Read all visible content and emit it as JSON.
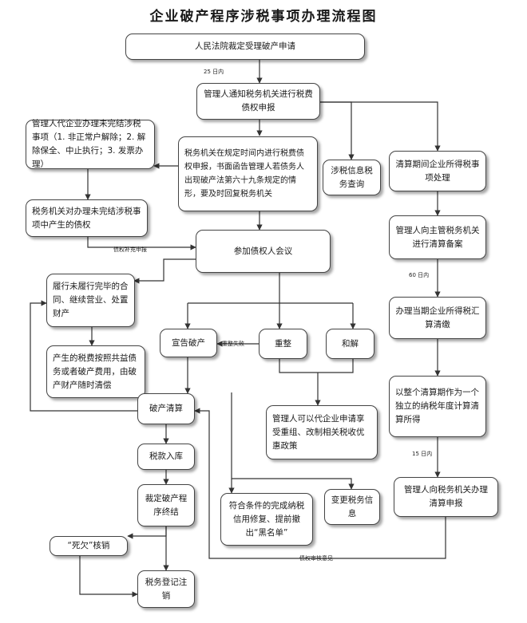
{
  "title": "企业破产程序涉税事项办理流程图",
  "nodes": {
    "court_accept": "人民法院裁定受理破产申请",
    "notify_tax": "管理人通知税务机关进行税费债权申报",
    "admin_unfinished": "管理人代企业办理未完结涉税事项（1. 非正常户解除；2. 解除保全、中止执行；3. 发票办理）",
    "tax_declare": "税务机关在规定时间内进行税费债权申报，书面函告管理人若债务人出现破产法第六十九条规定的情形，要及时回复税务机关",
    "tax_info_query": "涉税信息税务查询",
    "liquidation_tax": "清算期间企业所得税事项处理",
    "unfinished_claims": "税务机关对办理未完结涉税事项中产生的债权",
    "creditors_meeting": "参加债权人会议",
    "admin_filing": "管理人向主管税务机关进行清算备案",
    "unfinished_contracts": "履行未履行完毕的合同、继续营业、处置财产",
    "annual_settlement": "办理当期企业所得税汇算清缴",
    "declare_bankruptcy": "宣告破产",
    "reorganization": "重整",
    "settlement": "和解",
    "taxes_paid": "产生的税费按照共益债务或者破产费用，由破产财产随时清偿",
    "tax_year": "以整个清算期作为一个独立的纳税年度计算清算所得",
    "bankruptcy_liquidation": "破产清算",
    "preferential": "管理人可以代企业申请享受重组、改制相关税收优惠政策",
    "tax_storage": "税款入库",
    "ruling_end": "裁定破产程序终结",
    "credit_repair": "符合条件的完成纳税信用修复、提前撤出“黑名单”",
    "change_info": "变更税务信息",
    "admin_liq_declare": "管理人向税务机关办理清算申报",
    "bad_debt": "“死欠”核销",
    "cancel_reg": "税务登记注销"
  },
  "edge_labels": {
    "within_25": "25 日内",
    "claim_supplement": "债权补充申报",
    "reorg_failed": "重整失败",
    "within_60": "60 日内",
    "within_15": "15 日内",
    "claim_review": "债权审核意见"
  }
}
